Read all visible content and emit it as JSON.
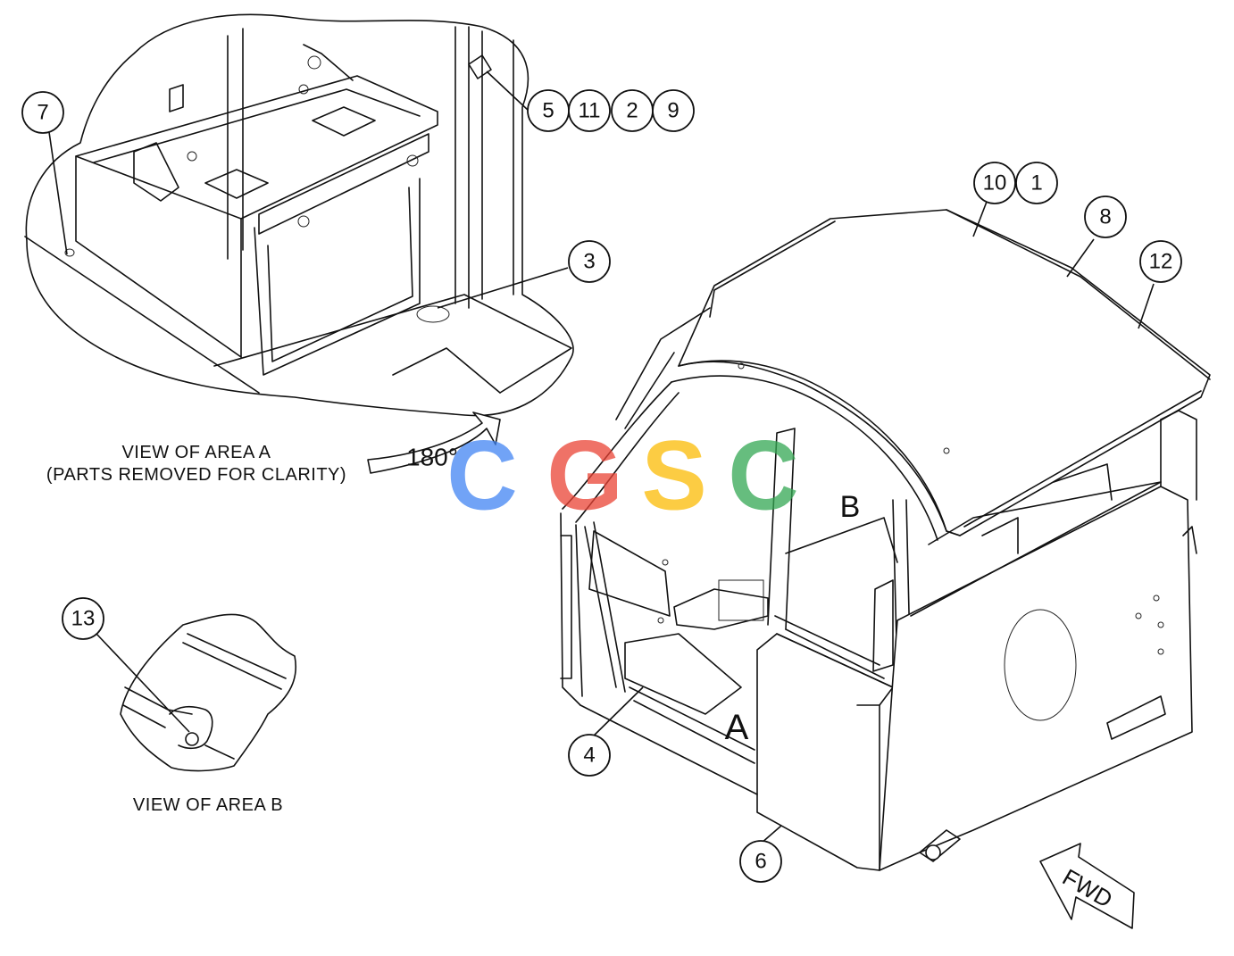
{
  "views": {
    "area_a_caption_line1": "VIEW OF AREA A",
    "area_a_caption_line2": "(PARTS REMOVED FOR CLARITY)",
    "area_b_caption": "VIEW OF AREA B",
    "rotation_label": "180°"
  },
  "area_labels": {
    "a": "A",
    "b": "B"
  },
  "direction_arrow": {
    "label": "FWD"
  },
  "callouts": {
    "c1": "1",
    "c2": "2",
    "c3": "3",
    "c4": "4",
    "c5": "5",
    "c6": "6",
    "c7": "7",
    "c8": "8",
    "c9": "9",
    "c10": "10",
    "c11": "11",
    "c12": "12",
    "c13": "13"
  },
  "watermark": {
    "letters": [
      "C",
      "G",
      "S",
      "C"
    ],
    "colors": [
      "#4285F4",
      "#EA4335",
      "#FBBC05",
      "#34A853"
    ]
  }
}
